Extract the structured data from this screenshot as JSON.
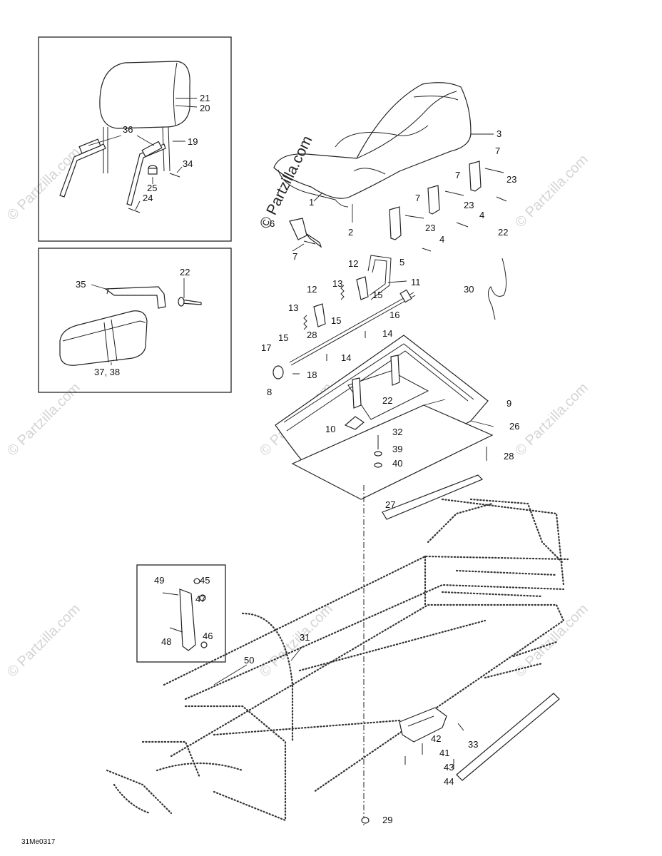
{
  "watermark": {
    "text": "© Partzilla.com",
    "prominent_text": "© Partzilla.com"
  },
  "diagram_code": "31Me0317",
  "part_labels": {
    "p1": "1",
    "p2": "2",
    "p3": "3",
    "p4a": "4",
    "p4b": "4",
    "p5": "5",
    "p6": "6",
    "p7a": "7",
    "p7b": "7",
    "p7c": "7",
    "p7d": "7",
    "p8": "8",
    "p9": "9",
    "p10": "10",
    "p11": "11",
    "p12a": "12",
    "p12b": "12",
    "p13a": "13",
    "p13b": "13",
    "p14a": "14",
    "p14b": "14",
    "p15a": "15",
    "p15b": "15",
    "p15c": "15",
    "p16": "16",
    "p17": "17",
    "p18": "18",
    "p19": "19",
    "p20": "20",
    "p21": "21",
    "p22a": "22",
    "p22b": "22",
    "p22c": "22",
    "p23a": "23",
    "p23b": "23",
    "p23c": "23",
    "p24": "24",
    "p25": "25",
    "p26": "26",
    "p27": "27",
    "p28a": "28",
    "p28b": "28",
    "p29": "29",
    "p30": "30",
    "p31": "31",
    "p32": "32",
    "p33": "33",
    "p34": "34",
    "p35": "35",
    "p36": "36",
    "p3738": "37, 38",
    "p39": "39",
    "p40": "40",
    "p41": "41",
    "p42": "42",
    "p43": "43",
    "p44": "44",
    "p45": "45",
    "p46": "46",
    "p47": "47",
    "p48": "48",
    "p49": "49",
    "p50": "50"
  }
}
